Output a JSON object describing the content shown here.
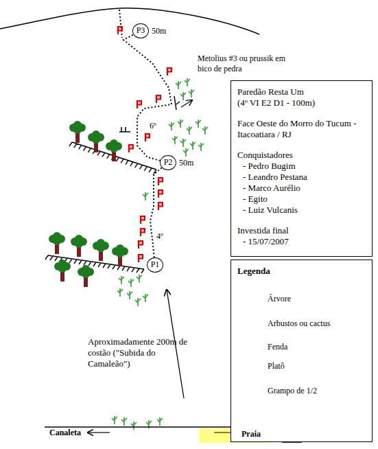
{
  "diagram": {
    "nodes": [
      {
        "text": [
          "P3",
          "50m"
        ]
      },
      {
        "text": [
          "P2",
          "50m"
        ]
      },
      {
        "text": [
          "P1"
        ]
      },
      {
        "text": [
          "Paredão Resta Um",
          "(4º VI E2 D1 - 100m)",
          "Face Oeste do Morro do Tucum - Itacoatiara / RJ",
          "Conquistadores",
          "- Pedro Bugim",
          "- Leandro Pestana",
          "- Marco Aurélio",
          "- Egito",
          "- Luiz Vulcanis",
          "Investida final",
          "- 15/07/2007"
        ]
      },
      {
        "text": [
          "Legenda"
        ]
      }
    ],
    "edges": [
      {
        "from": 2,
        "to": 1,
        "arrow": "none"
      },
      {
        "from": 1,
        "to": 0,
        "arrow": "none"
      }
    ],
    "labels": [
      "4º",
      "6º",
      "Metolius #3 ou prussik em bico de pedra",
      "Aproximadamente 200m de costão (\"Subida do Camaleão\")",
      "Canaleta",
      "Praia"
    ],
    "legend": [
      {
        "text": "Árvore"
      },
      {
        "text": "Arbustos ou cactus"
      },
      {
        "text": "Fenda"
      },
      {
        "text": "Platô"
      },
      {
        "text": "Grampo de 1/2"
      }
    ]
  }
}
